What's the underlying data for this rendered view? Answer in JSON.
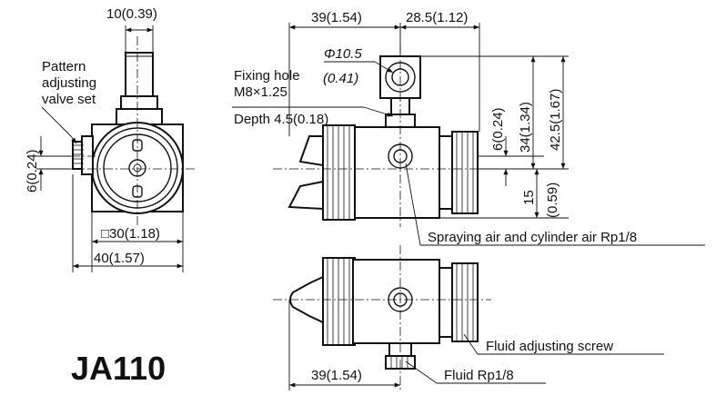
{
  "model": "JA110",
  "labels": {
    "pattern_valve_line1": "Pattern",
    "pattern_valve_line2": "adjusting",
    "pattern_valve_line3": "valve set",
    "fixing_hole_line1": "Fixing hole",
    "fixing_hole_inch": "(0.41)",
    "fixing_hole_dia": "Φ10.5",
    "fixing_hole_line2": "M8×1.25",
    "fixing_hole_line3": "Depth 4.5(0.18)",
    "spraying_air": "Spraying air and cylinder air Rp1/8",
    "fluid_adjusting_screw": "Fluid adjusting screw",
    "fluid_port": "Fluid Rp1/8"
  },
  "dimensions": {
    "top_width": "10(0.39)",
    "left_offset": "6(0.24)",
    "square": "□30(1.18)",
    "base_width": "40(1.57)",
    "top_left_len": "39(1.54)",
    "top_right_len": "28.5(1.12)",
    "right_6": "6(0.24)",
    "right_34": "34(1.34)",
    "right_425": "42.5(1.67)",
    "right_15": "15",
    "right_15_inch": "(0.59)",
    "bottom_len": "39(1.54)"
  }
}
